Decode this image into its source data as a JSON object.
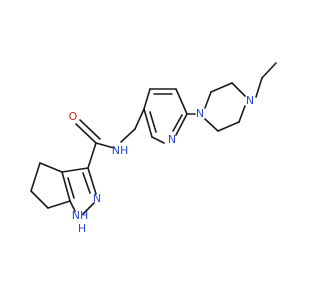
{
  "atoms": {
    "carbonyl_o": "O",
    "amide_nh": "NH",
    "pyridine_n": "N",
    "piperazine_n1": "N",
    "piperazine_n4": "N",
    "pyrazole_n2": "N",
    "pyrazole_nh": "NH"
  },
  "pyrazole_nh_subscript": "H",
  "colors": {
    "bond": "#1a1a1a",
    "nitrogen": "#2b4bd6",
    "oxygen": "#d42020",
    "background": "#ffffff"
  }
}
